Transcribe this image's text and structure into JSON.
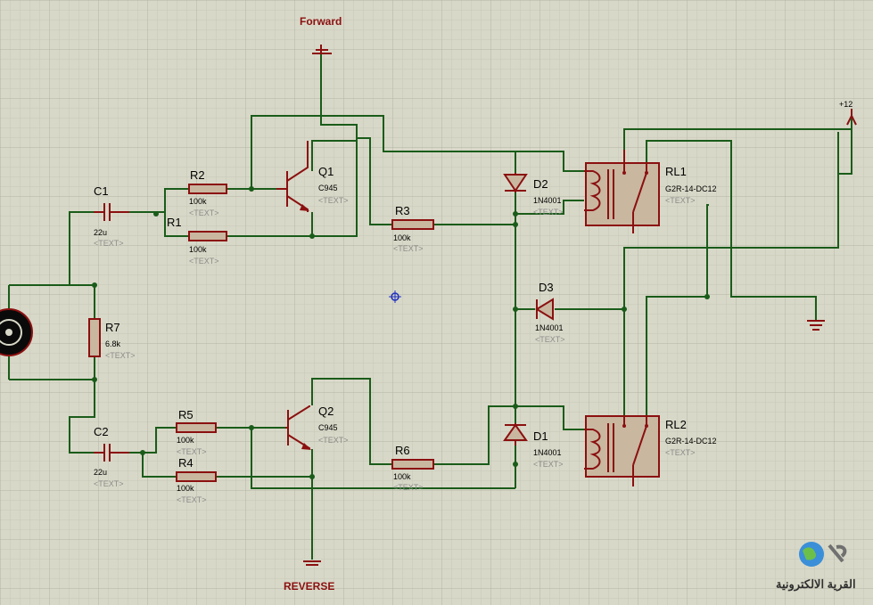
{
  "nets": {
    "forward": "Forward",
    "reverse": "REVERSE",
    "supply": "+12"
  },
  "placeholder": "<TEXT>",
  "components": {
    "C1": {
      "ref": "C1",
      "value": "22u"
    },
    "C2": {
      "ref": "C2",
      "value": "22u"
    },
    "R1": {
      "ref": "R1",
      "value": "100k"
    },
    "R2": {
      "ref": "R2",
      "value": "100k"
    },
    "R3": {
      "ref": "R3",
      "value": "100k"
    },
    "R4": {
      "ref": "R4",
      "value": "100k"
    },
    "R5": {
      "ref": "R5",
      "value": "100k"
    },
    "R6": {
      "ref": "R6",
      "value": "100k"
    },
    "R7": {
      "ref": "R7",
      "value": "6.8k"
    },
    "Q1": {
      "ref": "Q1",
      "value": "C945"
    },
    "Q2": {
      "ref": "Q2",
      "value": "C945"
    },
    "D1": {
      "ref": "D1",
      "value": "1N4001"
    },
    "D2": {
      "ref": "D2",
      "value": "1N4001"
    },
    "D3": {
      "ref": "D3",
      "value": "1N4001"
    },
    "RL1": {
      "ref": "RL1",
      "value": "G2R-14-DC12"
    },
    "RL2": {
      "ref": "RL2",
      "value": "G2R-14-DC12"
    }
  },
  "watermark": {
    "text": "القرية الالكترونية"
  },
  "colors": {
    "background": "#d8d8c8",
    "grid": "#bebeae",
    "wire": "#1a5c1a",
    "component": "#8b1010",
    "body_fill": "#c9b7a0",
    "placeholder": "#8c8c8c"
  }
}
